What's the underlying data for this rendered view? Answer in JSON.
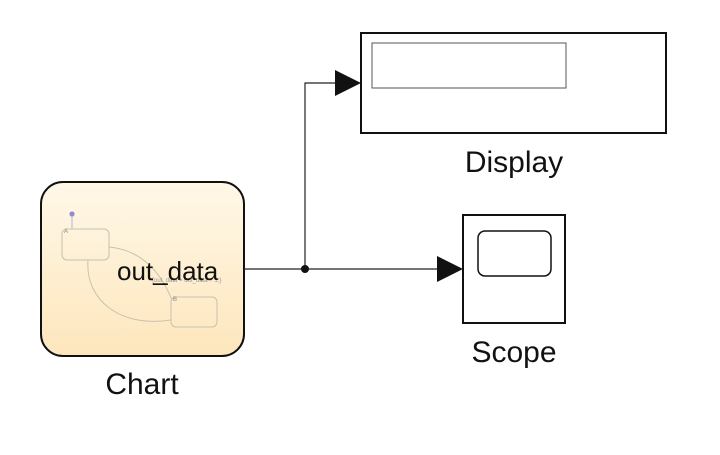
{
  "blocks": {
    "chart": {
      "label": "Chart",
      "output_port": "out_data",
      "states": [
        "A",
        "B"
      ],
      "transition_action": "{out_data = out_data + 1;}"
    },
    "display": {
      "label": "Display"
    },
    "scope": {
      "label": "Scope"
    }
  },
  "colors": {
    "chart_fill_top": "#fff7e6",
    "chart_fill_bottom": "#fde8bf",
    "block_border": "#111111",
    "signal_line": "#222222",
    "state_outline": "#c8c2b0",
    "default_transition_dot": "#8c8fd6"
  }
}
